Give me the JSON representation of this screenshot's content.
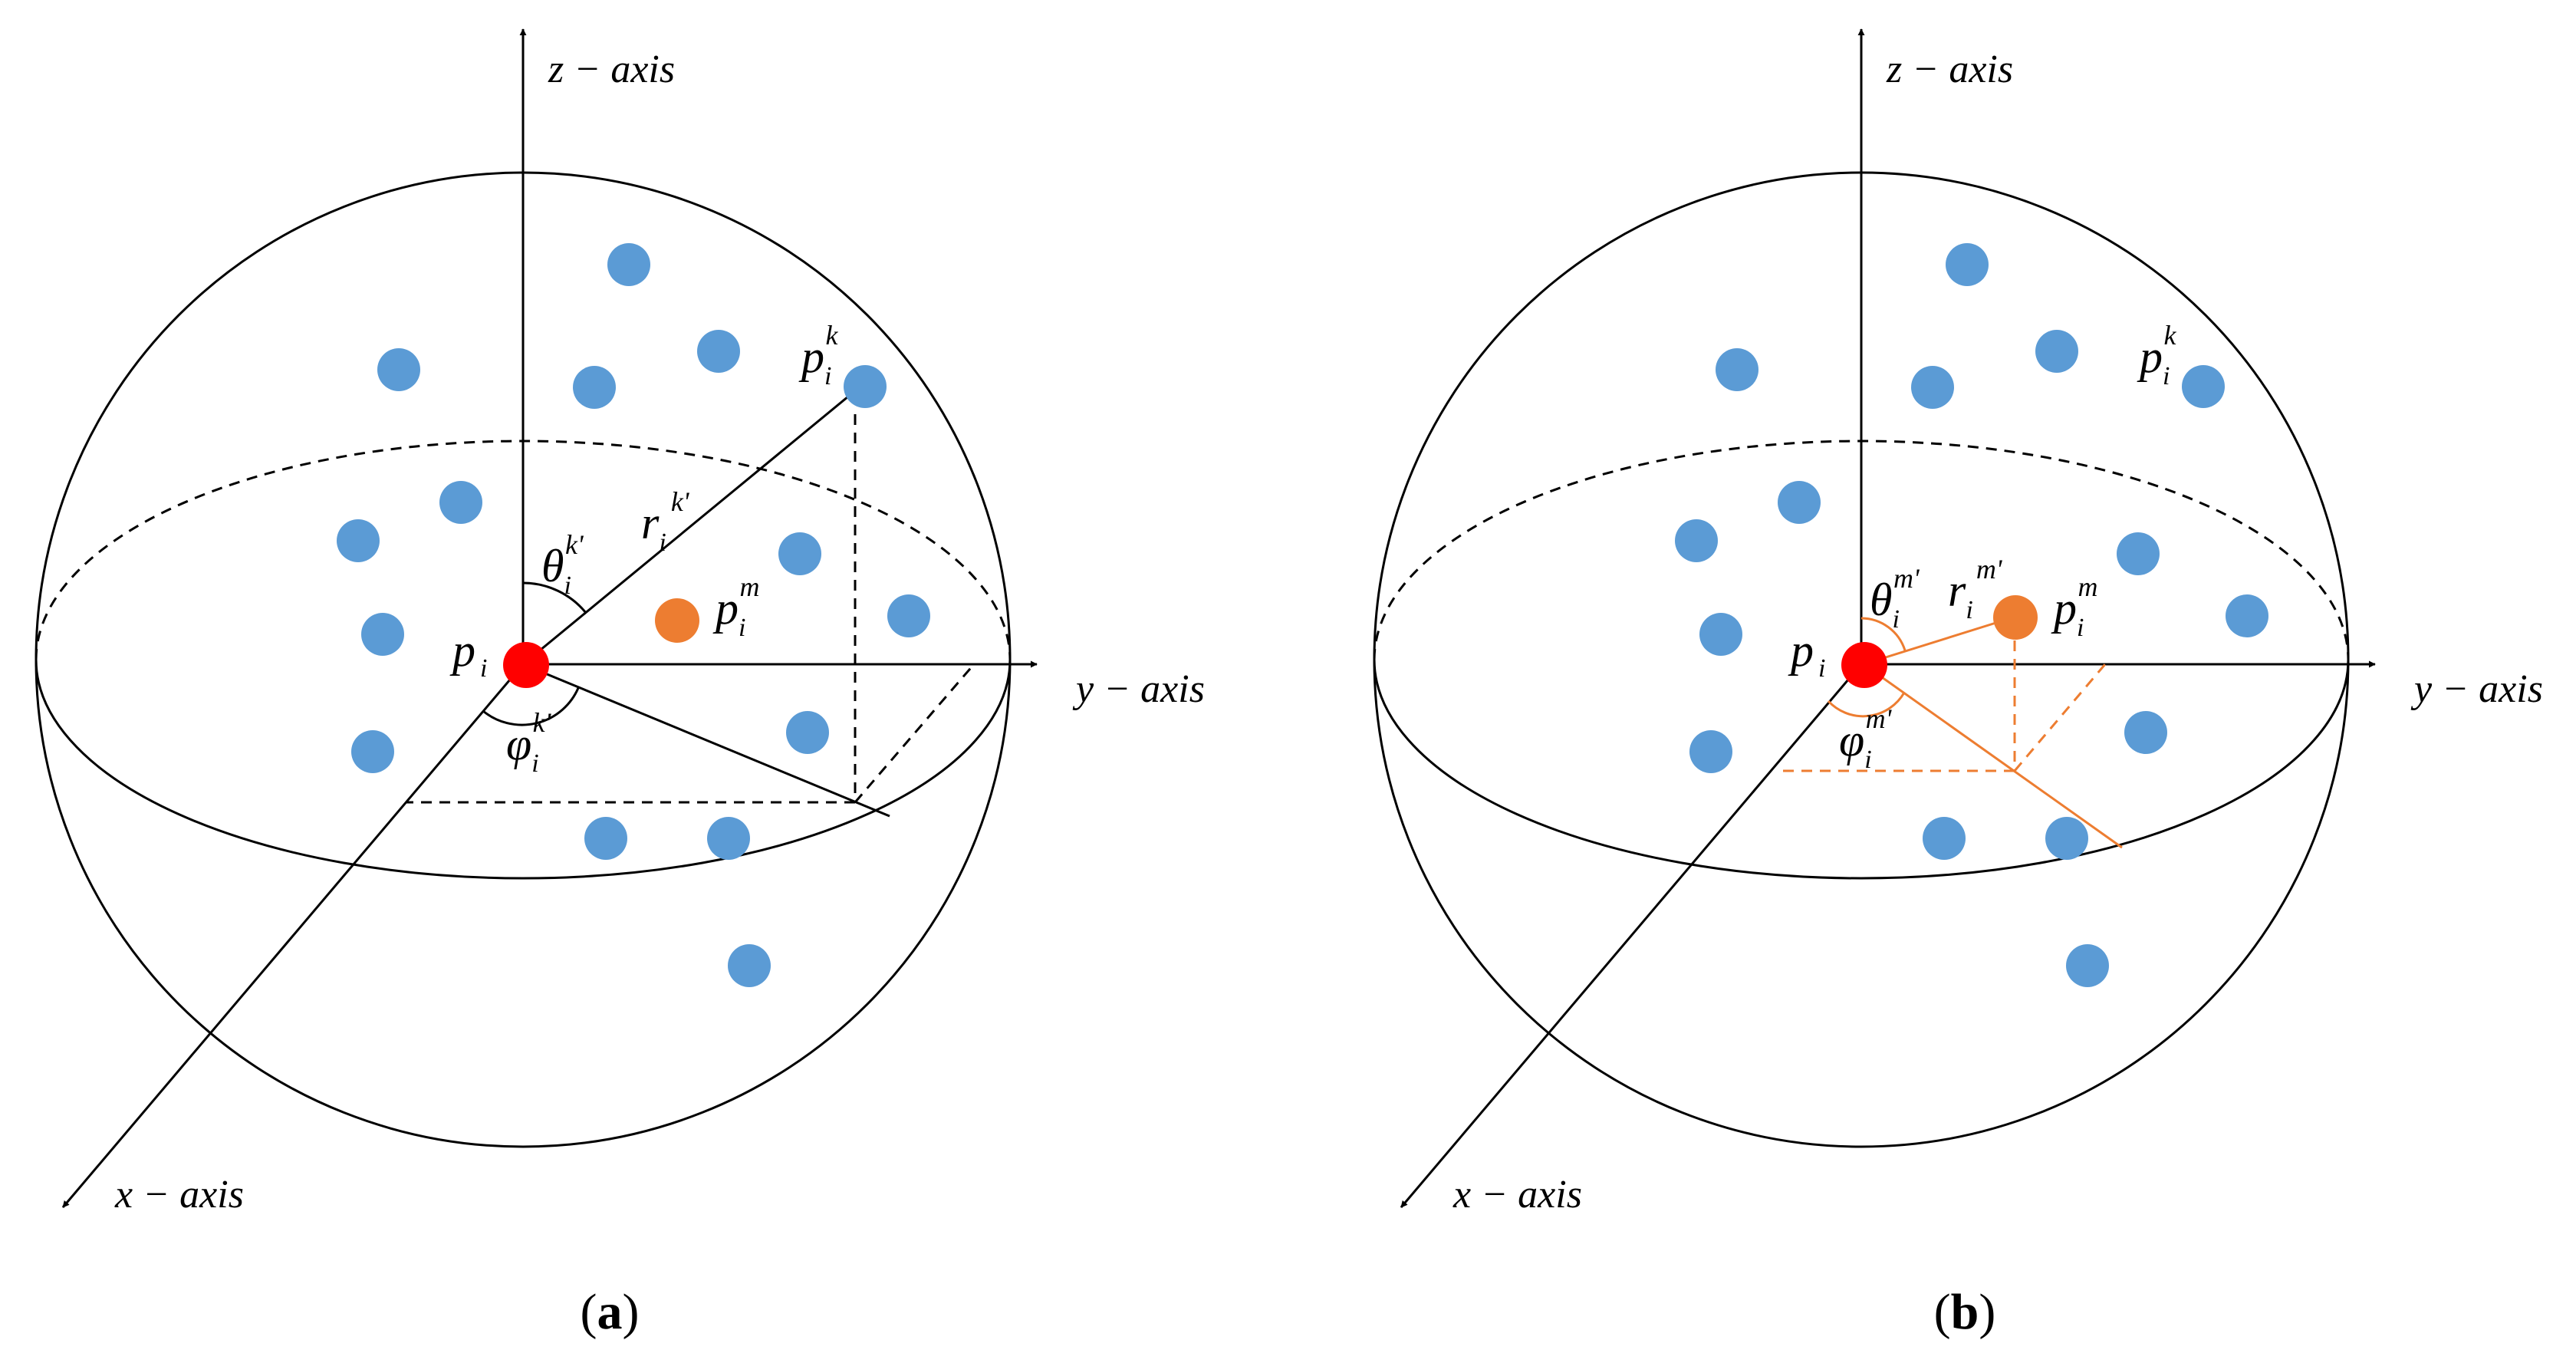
{
  "panels": [
    {
      "caption_open": "(",
      "caption_letter": "a",
      "caption_close": ")",
      "axes": {
        "z": "z − axis",
        "y": "y − axis",
        "x": "x − axis"
      },
      "center_label": {
        "base": "p",
        "sub": "i"
      },
      "labels": {
        "pk": {
          "base": "p",
          "sub": "i",
          "sup": "k"
        },
        "pm": {
          "base": "p",
          "sub": "i",
          "sup": "m"
        },
        "r": {
          "base": "r",
          "sub": "i",
          "sup": "k'"
        },
        "theta": {
          "base": "θ",
          "sub": "i",
          "sup": "k'"
        },
        "phi": {
          "base": "φ",
          "sub": "i",
          "sup": "k'"
        }
      }
    },
    {
      "caption_open": "(",
      "caption_letter": "b",
      "caption_close": ")",
      "axes": {
        "z": "z − axis",
        "y": "y − axis",
        "x": "x − axis"
      },
      "center_label": {
        "base": "p",
        "sub": "i"
      },
      "labels": {
        "pk": {
          "base": "p",
          "sub": "i",
          "sup": "k"
        },
        "pm": {
          "base": "p",
          "sub": "i",
          "sup": "m"
        },
        "r": {
          "base": "r",
          "sub": "i",
          "sup": "m'"
        },
        "theta": {
          "base": "θ",
          "sub": "i",
          "sup": "m'"
        },
        "phi": {
          "base": "φ",
          "sub": "i",
          "sup": "m'"
        }
      }
    }
  ],
  "colors": {
    "neighbor_point": "#5b9bd5",
    "center_point": "#ff0000",
    "query_point": "#ed7d31",
    "orange_line": "#ed7d31",
    "line": "#000000"
  }
}
